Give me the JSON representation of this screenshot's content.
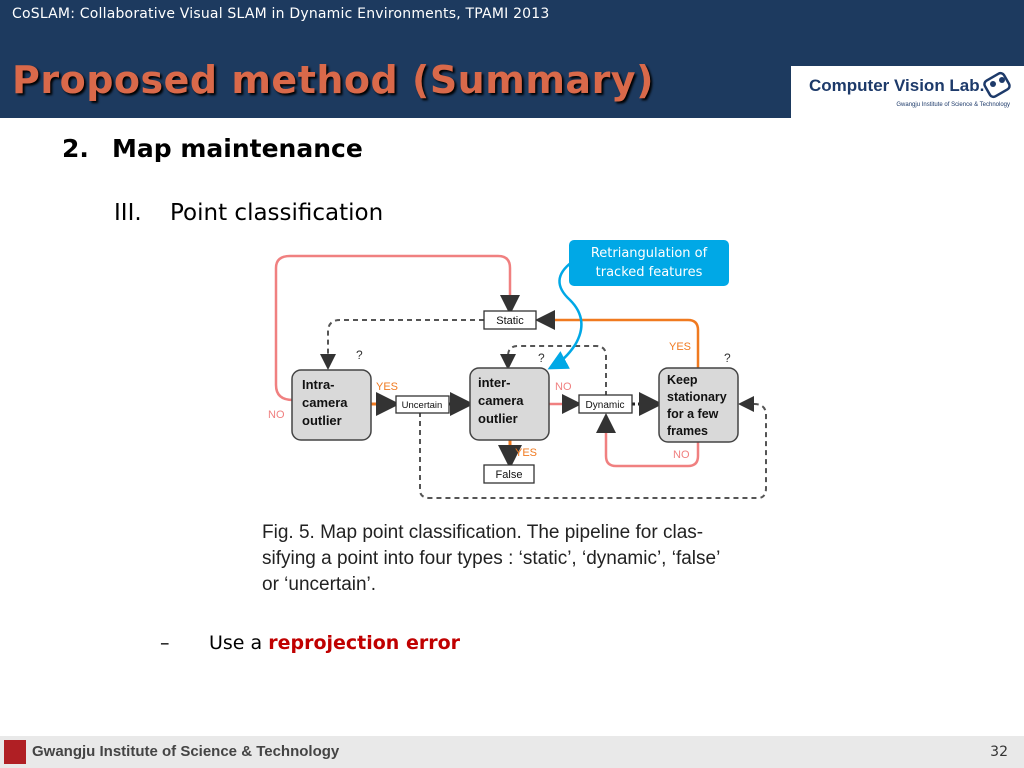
{
  "header": {
    "subtitle": "CoSLAM: Collaborative Visual SLAM in Dynamic Environments, TPAMI 2013",
    "title": "Proposed method (Summary)",
    "logo_text": "Computer Vision Lab.",
    "logo_sub": "Gwangju Institute of Science & Technology"
  },
  "section": {
    "number": "2.",
    "label": "Map maintenance"
  },
  "subsection": {
    "number": "III.",
    "label": "Point classification"
  },
  "callout": {
    "line1": "Retriangulation of",
    "line2": "tracked features",
    "color": "#00a8e6"
  },
  "diagram": {
    "nodes": {
      "intra": [
        "Intra-",
        "camera",
        "outlier"
      ],
      "inter": [
        "inter-",
        "camera",
        "outlier"
      ],
      "keep": [
        "Keep",
        "stationary",
        "for a few",
        "frames"
      ],
      "static": "Static",
      "uncertain": "Uncertain",
      "dynamic": "Dynamic",
      "false": "False"
    },
    "labels": {
      "yes": "YES",
      "no": "NO",
      "question": "?"
    },
    "colors": {
      "pink": "#f08080",
      "orange": "#f07a20",
      "node_fill": "#d9d9d9"
    }
  },
  "caption": {
    "line1": "Fig. 5.  Map point classification. The pipeline for clas-",
    "line2": "sifying a point into four types : ‘static’, ‘dynamic’, ‘false’",
    "line3": "or ‘uncertain’."
  },
  "bullet": {
    "dash": "–",
    "prefix": "Use a ",
    "highlight": "reprojection error"
  },
  "footer": {
    "institute": "Gwangju Institute of Science & Technology",
    "page": "32"
  }
}
